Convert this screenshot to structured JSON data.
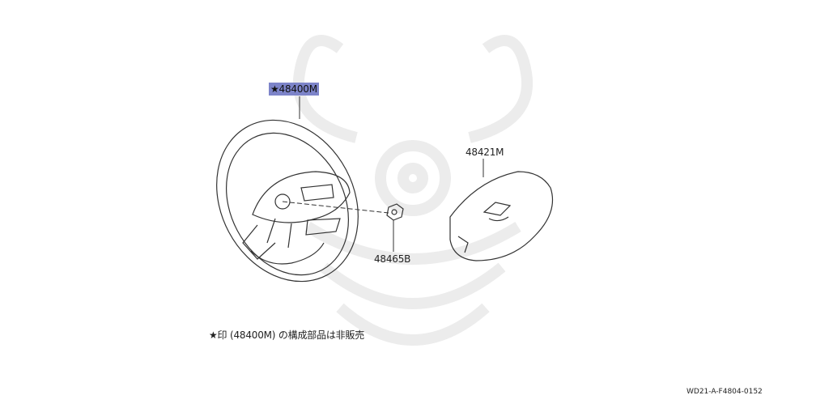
{
  "parts": {
    "main": "★48400M",
    "pad": "48421M",
    "nut": "48465B"
  },
  "note": "★印 (48400M) の構成部品は非販売",
  "doc_id": "WD21-A-F4804-0152",
  "colors": {
    "highlight": "#7d84c9",
    "line": "#333333",
    "watermark": "#e9e9e9"
  }
}
